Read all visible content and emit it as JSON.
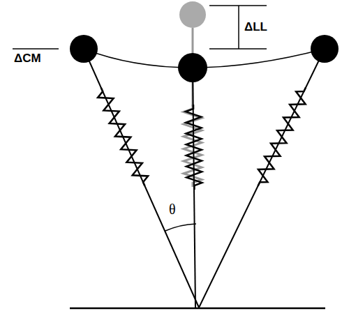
{
  "diagram": {
    "labels": [
      "ΔLL",
      "ΔCM",
      "θ"
    ]
  }
}
